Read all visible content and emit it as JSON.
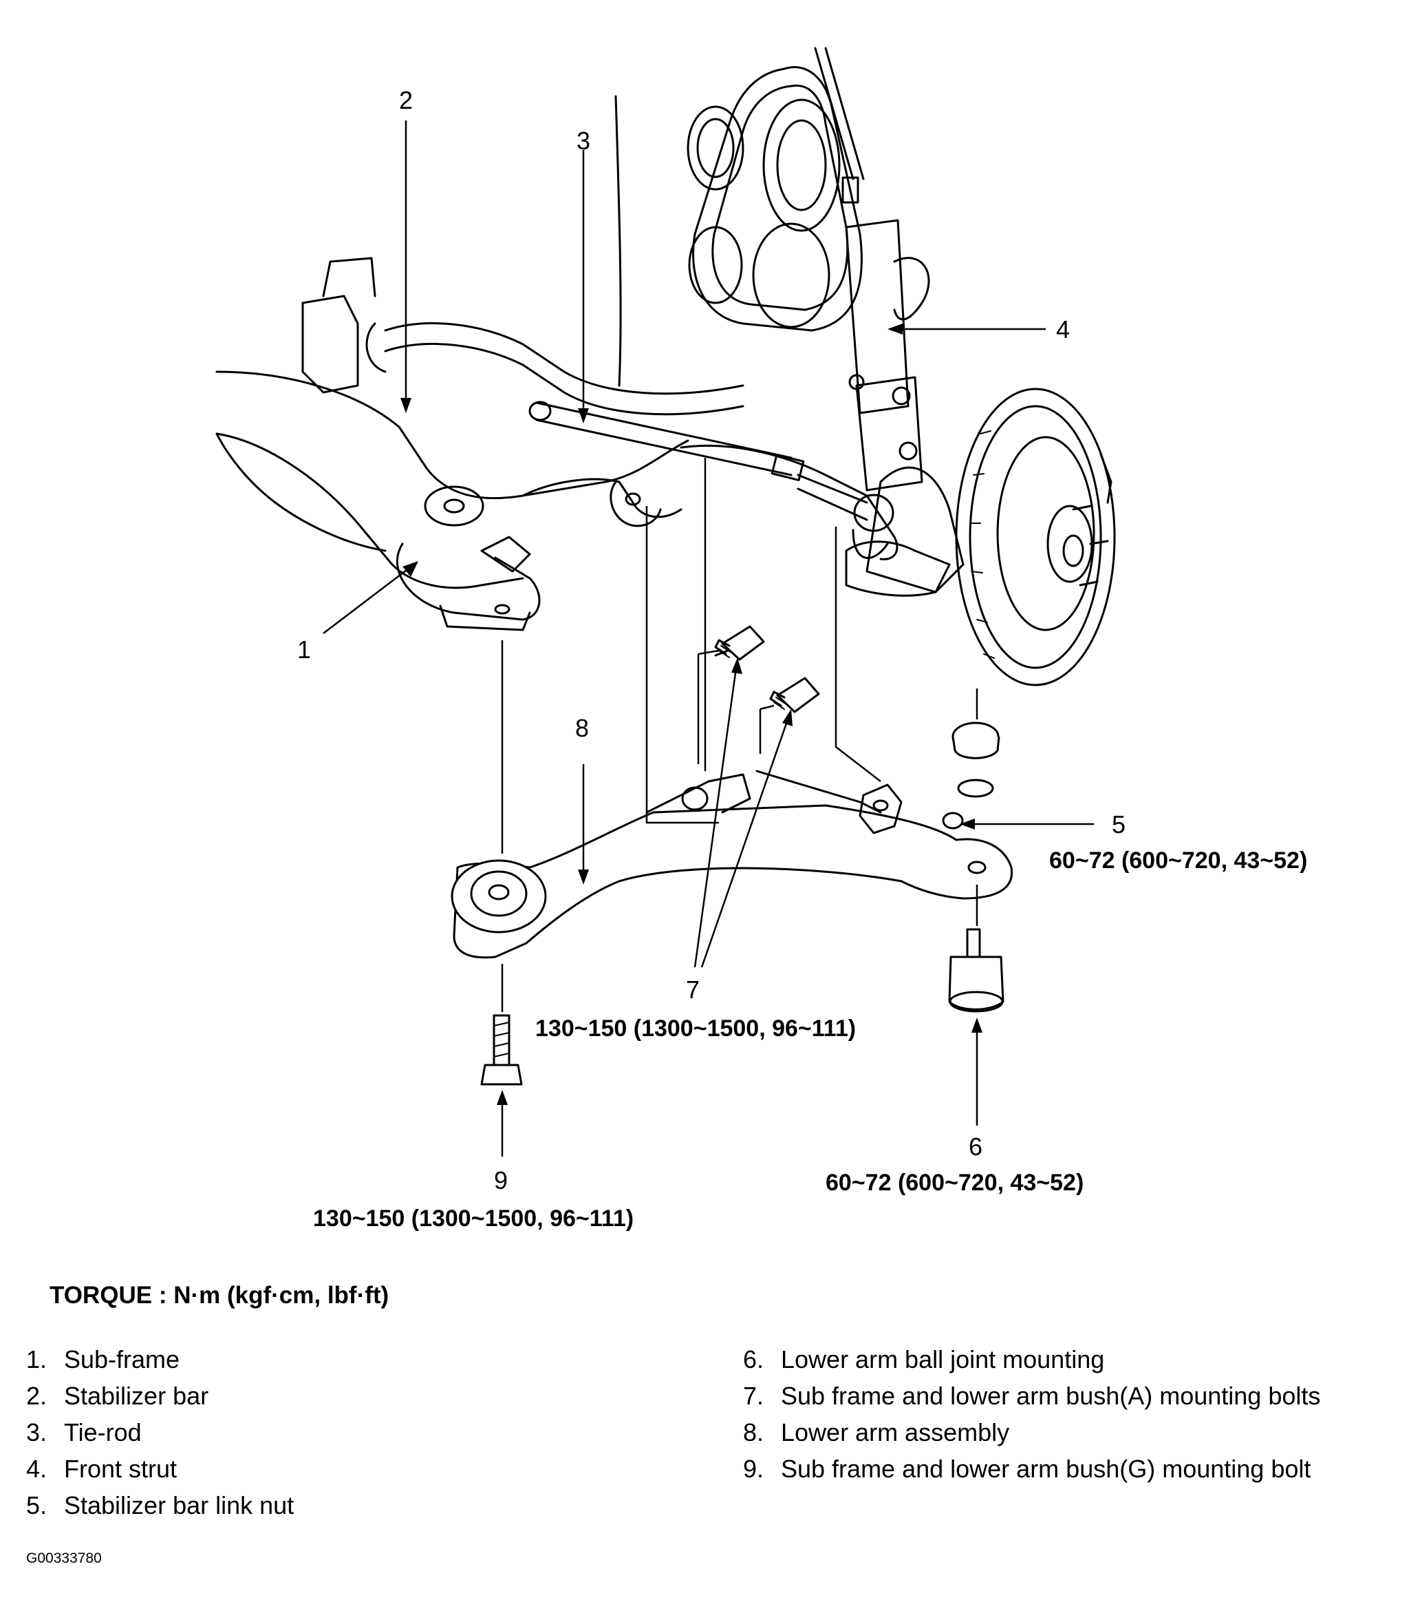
{
  "callouts": {
    "c1": "1",
    "c2": "2",
    "c3": "3",
    "c4": "4",
    "c5": "5",
    "c6": "6",
    "c7": "7",
    "c8": "8",
    "c9": "9"
  },
  "torque_values": {
    "t5": "60~72 (600~720, 43~52)",
    "t6": "60~72 (600~720, 43~52)",
    "t7": "130~150 (1300~1500, 96~111)",
    "t9": "130~150 (1300~1500, 96~111)"
  },
  "torque_heading": "TORQUE : N·m (kgf·cm, lbf·ft)",
  "legend": {
    "left": [
      {
        "num": "1.",
        "label": "Sub-frame"
      },
      {
        "num": "2.",
        "label": "Stabilizer bar"
      },
      {
        "num": "3.",
        "label": "Tie-rod"
      },
      {
        "num": "4.",
        "label": "Front strut"
      },
      {
        "num": "5.",
        "label": "Stabilizer bar link nut"
      }
    ],
    "right": [
      {
        "num": "6.",
        "label": "Lower arm ball joint mounting"
      },
      {
        "num": "7.",
        "label": "Sub frame and lower arm bush(A) mounting bolts"
      },
      {
        "num": "8.",
        "label": "Lower arm assembly"
      },
      {
        "num": "9.",
        "label": "Sub frame and lower arm bush(G) mounting bolt"
      }
    ]
  },
  "figure_code": "G00333780"
}
